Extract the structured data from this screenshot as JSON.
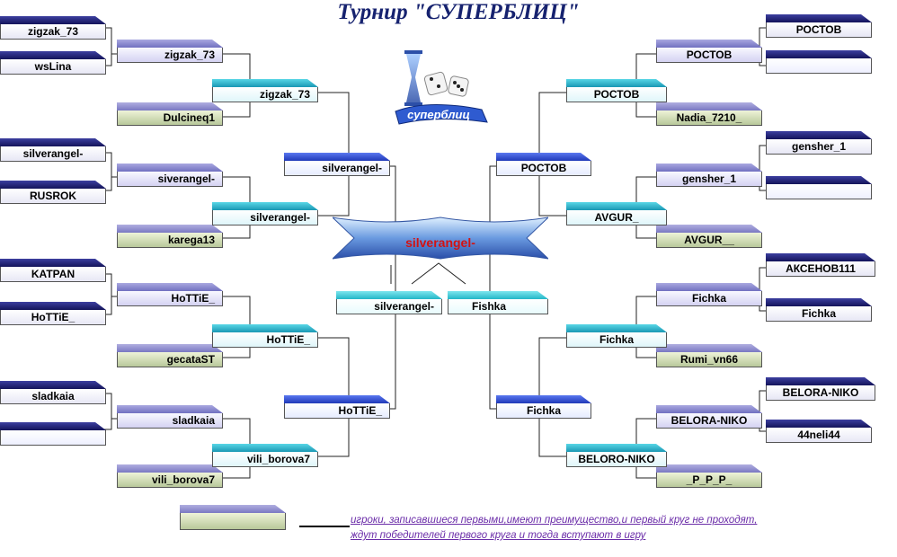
{
  "title": "Турнир \"СУПЕРБЛИЦ\"",
  "logo": {
    "icon": "hourglass-dice-icon",
    "text": "суперблиц"
  },
  "champion": "silverangel-",
  "final": {
    "left": "silverangel-",
    "right": "Fishka"
  },
  "left": {
    "r1": [
      "zigzak_73",
      "wsLina",
      "silverangel-",
      "RUSROK",
      "KATPAN",
      "HoTTiE_",
      "sladkaia",
      ""
    ],
    "r2": [
      "zigzak_73",
      "Dulcineq1",
      "siverangel-",
      "karega13",
      "HoTTiE_",
      "gecataST",
      "sladkaia",
      "vili_borova7"
    ],
    "r3": [
      "zigzak_73",
      "silverangel-",
      "HoTTiE_",
      "vili_borova7"
    ],
    "r4": [
      "silverangel-",
      "HoTTiE_"
    ],
    "extra": ""
  },
  "right": {
    "r1": [
      "РОСТОВ",
      "",
      "gensher_1",
      "",
      "АКСЕНОВ111",
      "Fichka",
      "BELORA-NIKO",
      "44neli44"
    ],
    "r2": [
      "РОСТОВ",
      "Nadia_7210_",
      "gensher_1",
      "AVGUR__",
      "Fichka",
      "Rumi_vn66",
      "BELORA-NIKO",
      "_P_P_P_"
    ],
    "r3": [
      "РОСТОВ",
      "AVGUR_",
      "Fichka",
      "BELORO-NIKO"
    ],
    "r4": [
      "РОСТОВ",
      "Fichka"
    ]
  },
  "note": {
    "line1": "игроки, записавшиеся первыми,имеют преимущество,и первый круг не проходят,",
    "line2": "ждут победителей первого круга и тогда вступают в игру"
  }
}
